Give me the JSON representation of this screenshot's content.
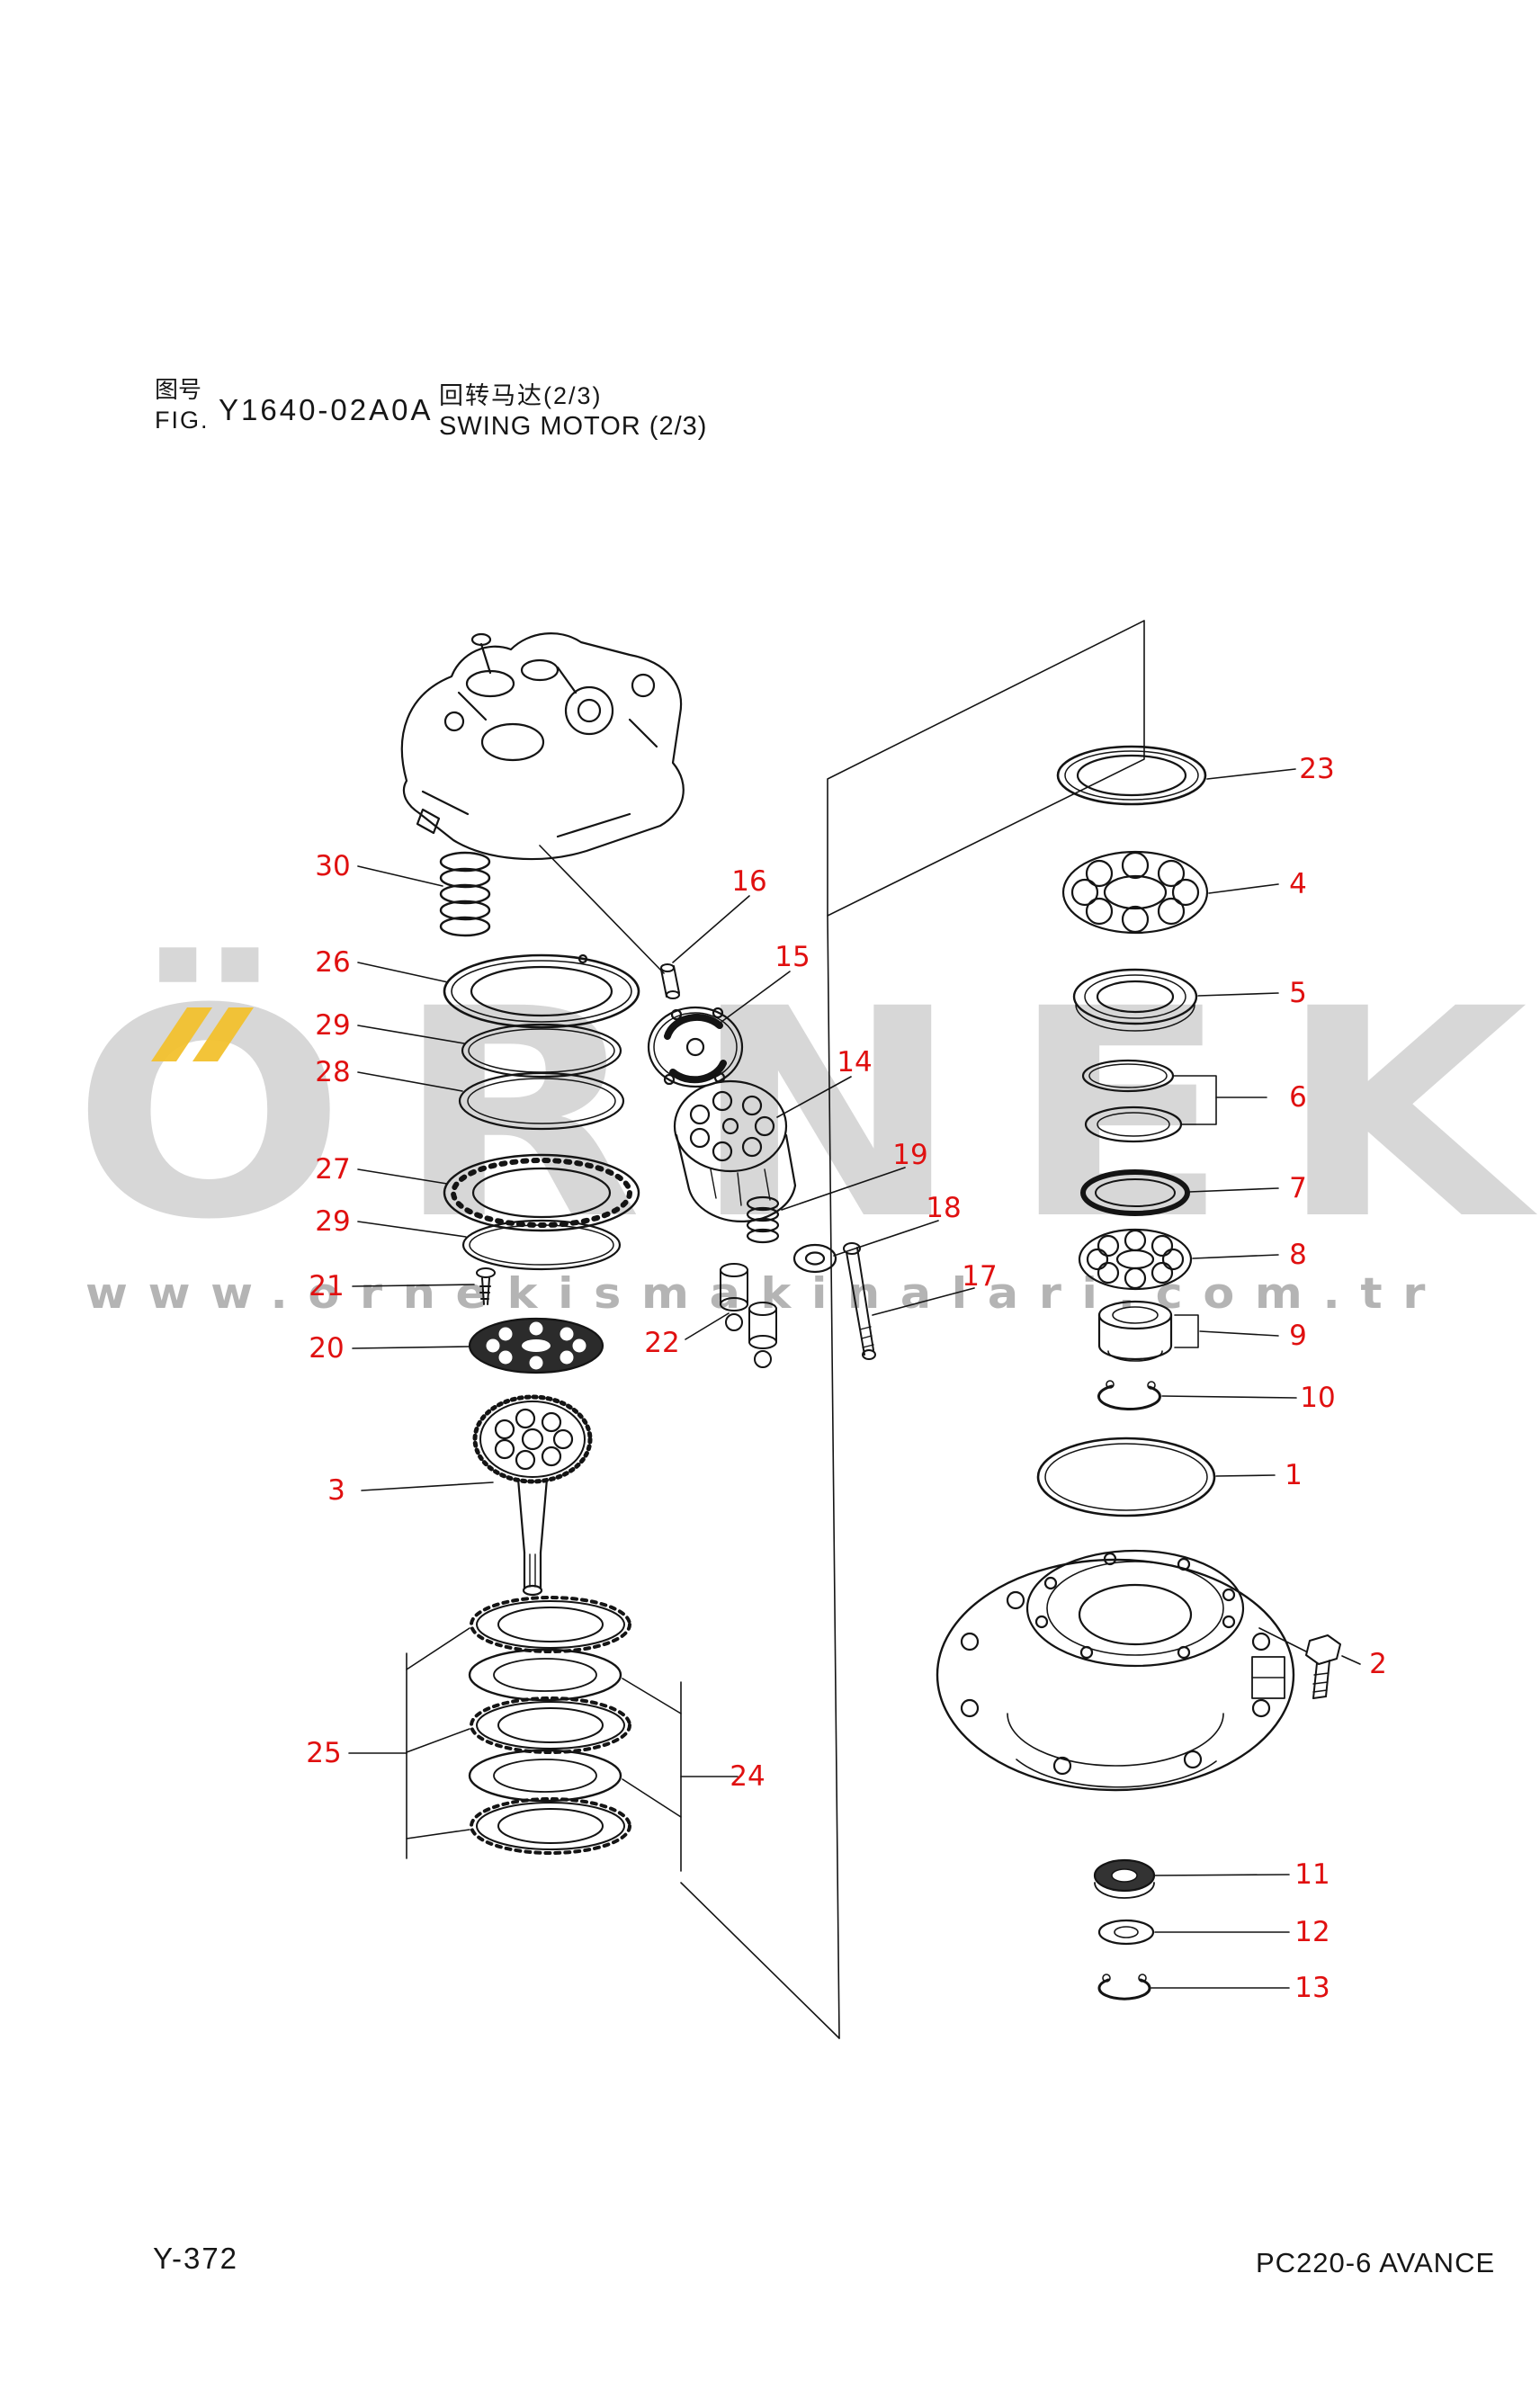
{
  "header": {
    "cn_fig_label": "图号",
    "fig_label": "FIG.",
    "fig_number": "Y1640-02A0A",
    "title_cn": "回转马达(2/3)",
    "title_en": "SWING MOTOR (2/3)"
  },
  "footer": {
    "page_code": "Y-372",
    "model": "PC220-6 AVANCE"
  },
  "watermark": {
    "brand_text": "ÖRNEK",
    "url_text": "www.ornekismakinalari.com.tr"
  },
  "colors": {
    "callout_red": "#e01010",
    "watermark_gray": "#c0c0c0",
    "watermark_yellow": "#f2c12e",
    "line_black": "#141414"
  },
  "callouts": [
    {
      "label": "30"
    },
    {
      "label": "26"
    },
    {
      "label": "29"
    },
    {
      "label": "28"
    },
    {
      "label": "27"
    },
    {
      "label": "29"
    },
    {
      "label": "21"
    },
    {
      "label": "20"
    },
    {
      "label": "3"
    },
    {
      "label": "25"
    },
    {
      "label": "16"
    },
    {
      "label": "15"
    },
    {
      "label": "14"
    },
    {
      "label": "19"
    },
    {
      "label": "18"
    },
    {
      "label": "22"
    },
    {
      "label": "17"
    },
    {
      "label": "24"
    },
    {
      "label": "23"
    },
    {
      "label": "4"
    },
    {
      "label": "5"
    },
    {
      "label": "6"
    },
    {
      "label": "7"
    },
    {
      "label": "8"
    },
    {
      "label": "9"
    },
    {
      "label": "10"
    },
    {
      "label": "1"
    },
    {
      "label": "2"
    },
    {
      "label": "11"
    },
    {
      "label": "12"
    },
    {
      "label": "13"
    }
  ]
}
